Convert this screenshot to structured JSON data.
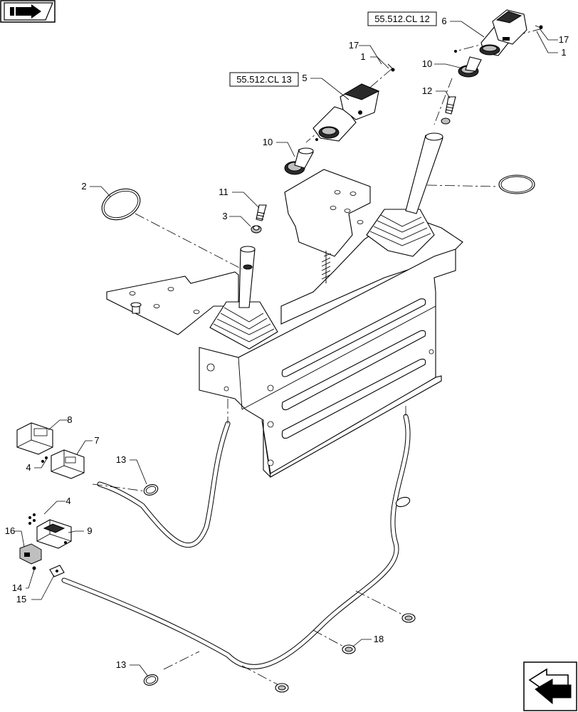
{
  "nav": {
    "prev_icon": "page-back-arrow-icon",
    "next_icon": "page-forward-arrow-icon"
  },
  "references": {
    "ref_right_handle": "55.512.CL 12",
    "ref_left_handle": "55.512.CL 13"
  },
  "callouts": {
    "c1a": "1",
    "c1b": "1",
    "c2": "2",
    "c3": "3",
    "c4a": "4",
    "c4b": "4",
    "c5": "5",
    "c6": "6",
    "c7": "7",
    "c8": "8",
    "c9": "9",
    "c10a": "10",
    "c10b": "10",
    "c11": "11",
    "c12": "12",
    "c13a": "13",
    "c13b": "13",
    "c14": "14",
    "c15": "15",
    "c16": "16",
    "c17a": "17",
    "c17b": "17",
    "c18": "18"
  }
}
